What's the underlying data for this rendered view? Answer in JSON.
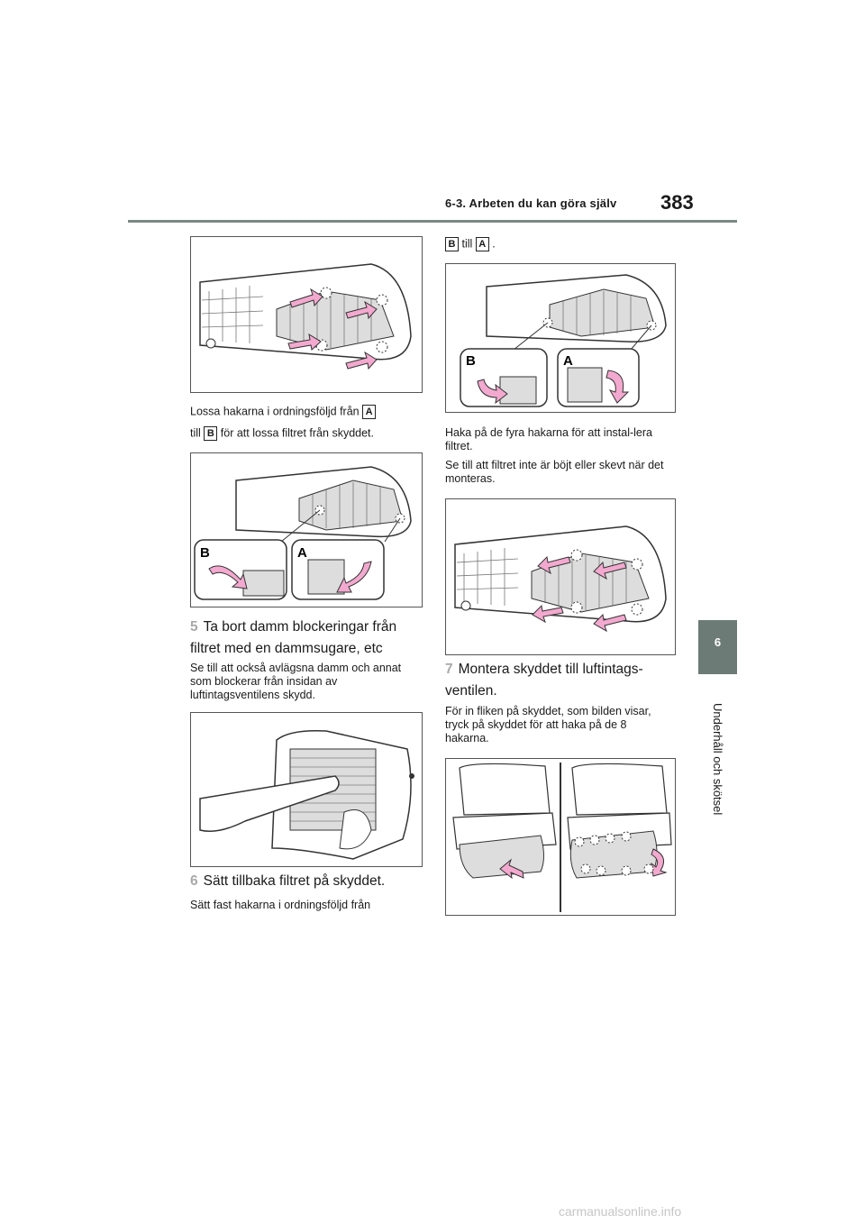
{
  "header": {
    "section_title": "6-3. Arbeten du kan göra själv",
    "page_number": "383"
  },
  "side_tab": {
    "number": "6",
    "label": "Underhåll och skötsel"
  },
  "left_column": {
    "para1_a": "Lossa hakarna i ordningsföljd från",
    "label_a": "A",
    "para1_b_pre": "till",
    "label_b": "B",
    "para1_b_post": "för att lossa filtret från skyddet.",
    "step5_num": "5",
    "step5_text": "Ta bort damm blockeringar från filtret med en dammsugare, etc",
    "step5_note": "Se till att också avlägsna damm och annat som blockerar från insidan av luftintagsventilens skydd.",
    "step6_num": "6",
    "step6_text": "Sätt tillbaka filtret på skyddet.",
    "step6_note": "Sätt fast hakarna i ordningsföljd från"
  },
  "right_column": {
    "cont_label_b": "B",
    "cont_till": "till",
    "cont_label_a": "A",
    "cont_period": ".",
    "note1": "Haka på de fyra hakarna för att instal-lera filtret.",
    "note2": "Se till att filtret inte är böjt eller skevt när det monteras.",
    "step7_num": "7",
    "step7_text": "Montera skyddet till luftintags-ventilen.",
    "step7_note": "För in fliken på skyddet, som bilden visar, tryck på skyddet för att haka på de 8 hakarna."
  },
  "figure_labels": {
    "a": "A",
    "b": "B"
  },
  "colors": {
    "arrow_pink": "#f3a9cf",
    "header_rule": "#7a8a84",
    "side_tab": "#6d7b77"
  },
  "footer": {
    "watermark": "carmanualsonline.info"
  }
}
